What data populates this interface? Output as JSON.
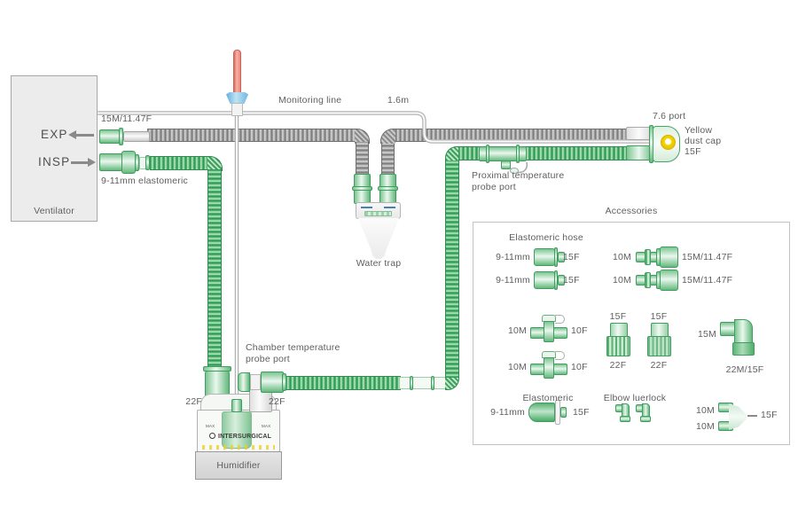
{
  "diagram": {
    "ventilator": {
      "label": "Ventilator",
      "exp_label": "EXP",
      "insp_label": "INSP"
    },
    "labels": {
      "exp_connector": "15M/11.47F",
      "insp_connector": "9-11mm elastomeric",
      "monitoring_line": "Monitoring line",
      "monitoring_length": "1.6m",
      "port": "7.6 port",
      "dust_cap_1": "Yellow",
      "dust_cap_2": "dust cap",
      "dust_cap_3": "15F",
      "proximal_1": "Proximal temperature",
      "proximal_2": "probe port",
      "chamber_1": "Chamber temperature",
      "chamber_2": "probe port",
      "water_trap": "Water trap",
      "humidifier": "Humidifier",
      "chamber_port_left": "22F",
      "chamber_port_right": "22F"
    },
    "humidifier_unit": {
      "brand": "INTERSURGICAL",
      "max_left": "MAX",
      "max_right": "MAX"
    },
    "accessories": {
      "title": "Accessories",
      "elastomeric_hose_heading": "Elastomeric hose",
      "elastomeric_heading": "Elastomeric",
      "elbow_luerlock_heading": "Elbow luerlock",
      "hose1": {
        "left": "9-11mm",
        "right": "15F"
      },
      "hose2": {
        "left": "9-11mm",
        "right": "15F"
      },
      "connector1": {
        "left": "10M",
        "right": "15M/11.47F"
      },
      "connector2": {
        "left": "10M",
        "right": "15M/11.47F"
      },
      "valve1": {
        "left": "10M",
        "right": "10F"
      },
      "valve2": {
        "left": "10M",
        "right": "10F"
      },
      "adapter1": {
        "top": "15F",
        "bottom": "22F"
      },
      "adapter2": {
        "top": "15F",
        "bottom": "22F"
      },
      "elbow": {
        "left": "15M",
        "bottom": "22M/15F"
      },
      "elastomeric_item": {
        "left": "9-11mm",
        "right": "15F"
      },
      "wye": {
        "top": "10M",
        "bottom": "10M",
        "right": "15F"
      }
    },
    "colors": {
      "green": "#4fb06f",
      "gray": "#9b9b9b",
      "yellow_cap": "#f2d400",
      "probe_red": "#ef8d83",
      "probe_blue": "#7fc4ea"
    }
  }
}
